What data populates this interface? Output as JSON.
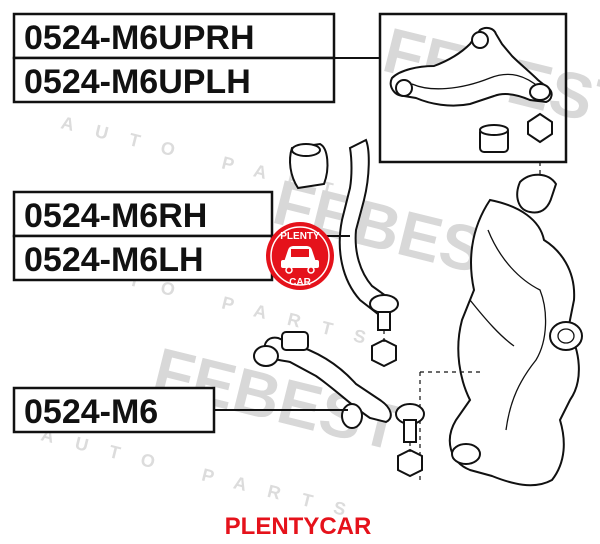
{
  "labels": {
    "upper_rh": "0524-M6UPRH",
    "upper_lh": "0524-M6UPLH",
    "lower_rh": "0524-M6RH",
    "lower_lh": "0524-M6LH",
    "link": "0524-M6"
  },
  "badge": {
    "top_text": "PLENTY",
    "bottom_text": "CAR",
    "icon": "car-icon"
  },
  "watermark": {
    "brand": "FEBEST",
    "tagline": "AUTO PARTS"
  },
  "footer": {
    "brand": "PLENTYCAR"
  },
  "colors": {
    "badge_red": "#e5121b",
    "footer_red": "#e5121b",
    "watermark_gray": "#d8d8d8",
    "line_black": "#111111"
  }
}
